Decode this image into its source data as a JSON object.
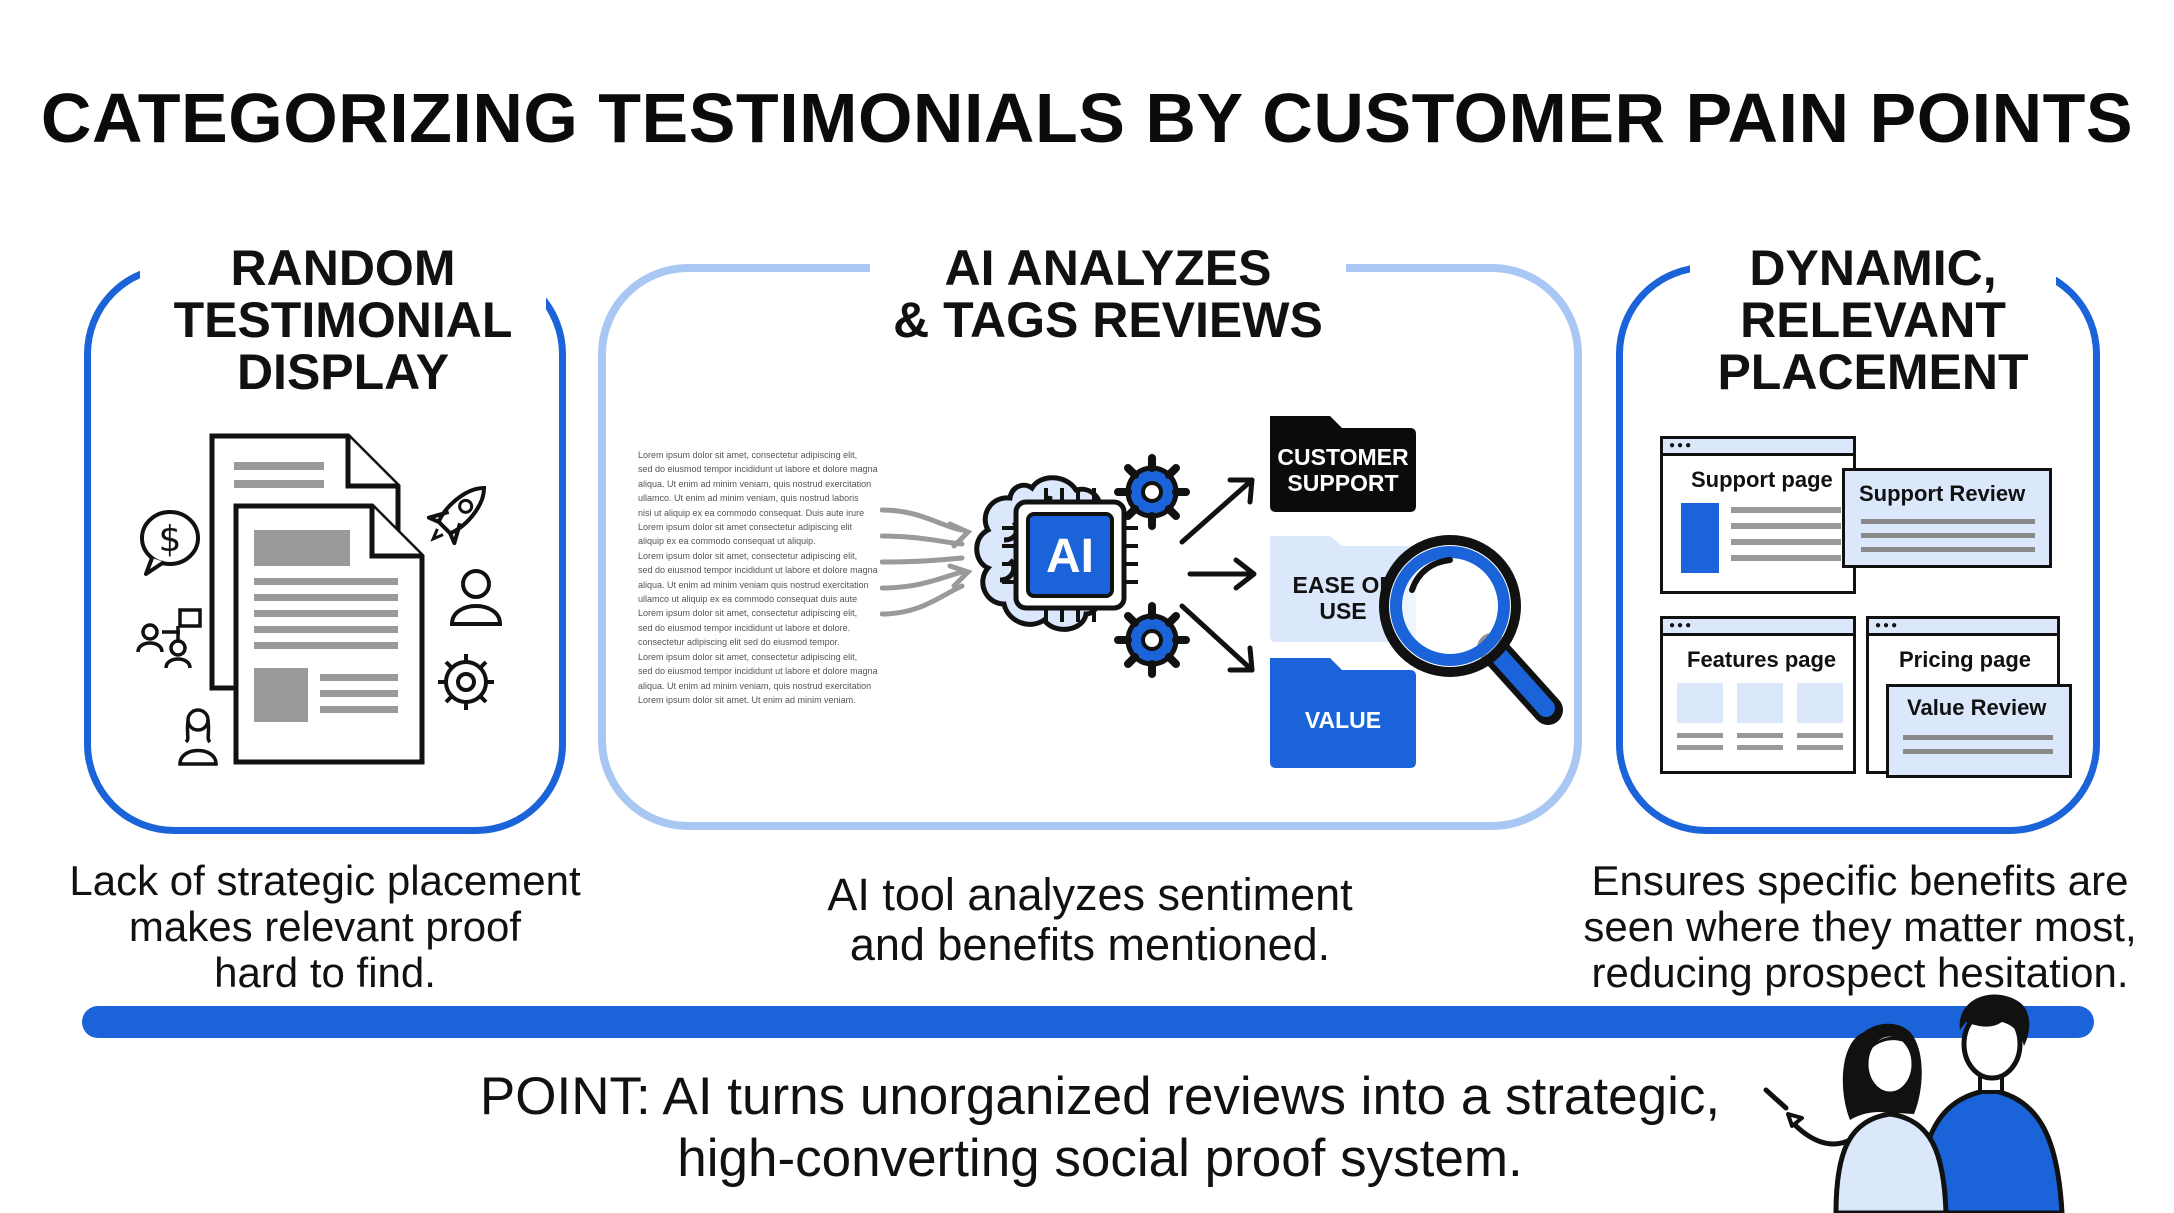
{
  "title": "CATEGORIZING TESTIMONIALS BY CUSTOMER PAIN POINTS",
  "panels": [
    {
      "title_lines": [
        "RANDOM",
        "TESTIMONIAL",
        "DISPLAY"
      ],
      "desc_lines": [
        "Lack of strategic placement",
        "makes relevant proof",
        "hard to find."
      ]
    },
    {
      "title_lines": [
        "AI ANALYZES",
        "& TAGS REVIEWS"
      ],
      "desc_lines": [
        "AI tool analyzes sentiment",
        "and benefits mentioned."
      ]
    },
    {
      "title_lines": [
        "DYNAMIC,",
        "RELEVANT",
        "PLACEMENT"
      ],
      "desc_lines": [
        "Ensures specific benefits are",
        "seen where they matter most,",
        "reducing prospect hesitation."
      ]
    }
  ],
  "lorem_lines": [
    "Lorem ipsum dolor sit amet, consectetur adipiscing elit,",
    "sed do eiusmod tempor incididunt ut labore et dolore magna",
    "aliqua. Ut enim ad minim veniam, quis nostrud exercitation",
    "ullamco. Ut enim ad minim veniam, quis nostrud laboris",
    "nisi ut aliquip ex ea commodo consequat. Duis aute irure",
    "Lorem ipsum dolor sit amet consectetur adipiscing elit",
    "aliquip ex ea commodo consequat ut aliquip.",
    "Lorem ipsum dolor sit amet, consectetur adipiscing elit,",
    "sed do eiusmod tempor incididunt ut labore et dolore magna",
    "aliqua. Ut enim ad minim veniam quis nostrud exercitation",
    "ullamco ut aliquip ex ea commodo consequat duis aute",
    "Lorem ipsum dolor sit amet, consectetur adipiscing elit,",
    "sed do eiusmod tempor incididunt ut labore et dolore.",
    "consectetur adipiscing elit sed do eiusmod tempor.",
    "Lorem ipsum dolor sit amet, consectetur adipiscing elit,",
    "sed do eiusmod tempor incididunt ut labore et dolore magna",
    "aliqua. Ut enim ad minim veniam, quis nostrud exercitation",
    "Lorem ipsum dolor sit amet. Ut enim ad minim veniam."
  ],
  "ai_chip_label": "AI",
  "folders": {
    "customer_support": [
      "CUSTOMER",
      "SUPPORT"
    ],
    "ease_of_use": [
      "EASE OF",
      "USE"
    ],
    "value": "VALUE"
  },
  "windows": {
    "support_page": "Support page",
    "support_review": "Support Review",
    "features_page": "Features page",
    "pricing_page": "Pricing page",
    "value_review": "Value Review"
  },
  "point_lines": [
    "POINT: AI turns unorganized reviews into a strategic,",
    "high-converting social proof system."
  ],
  "colors": {
    "brand_blue": "#1a63d8",
    "light_blue": "#a8c8f3",
    "pale_blue": "#dbe8fb",
    "dark": "#111111"
  }
}
